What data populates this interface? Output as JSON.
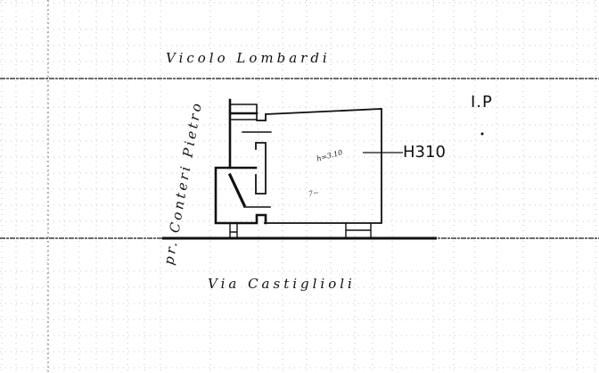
{
  "drawing": {
    "type": "hand-drawn site plan on graph paper",
    "paper_color": "#ffffff",
    "ink_color": "#111111",
    "grid_color": "#9a9a9a"
  },
  "streets": {
    "north": "Vicolo Lombardi",
    "south": "Via Castiglioli",
    "west": "pr. Conteri Pietro"
  },
  "annotations": {
    "corner_mark": "I.P",
    "reference_code": "H310",
    "height_note": "h=3.10",
    "area_note": "7~"
  }
}
